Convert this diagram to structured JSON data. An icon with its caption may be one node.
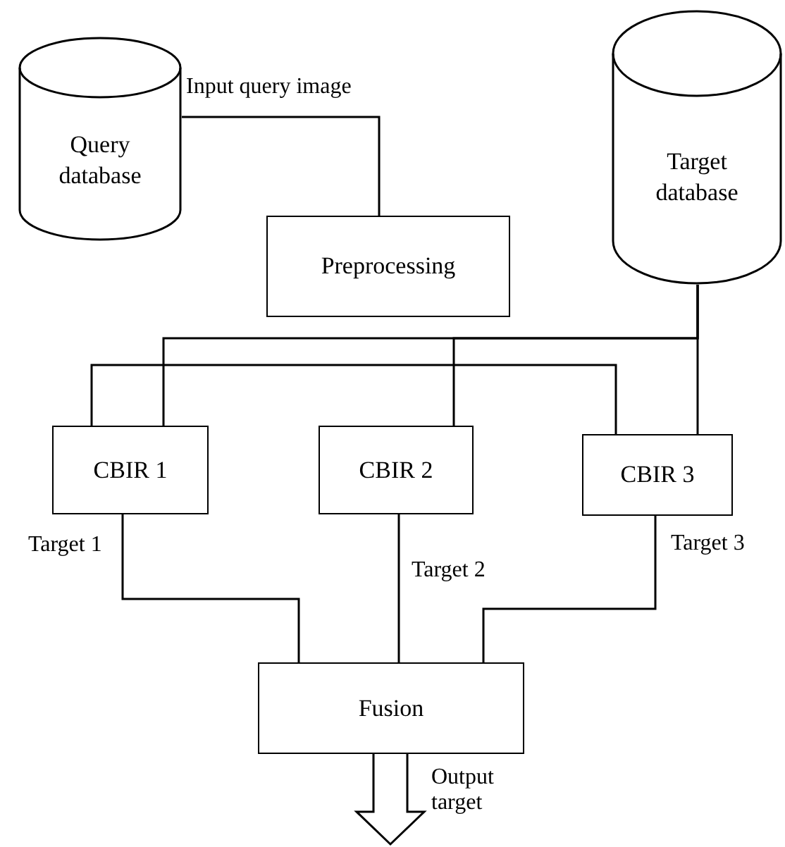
{
  "diagram": {
    "nodes": [
      {
        "text": [
          "Query database"
        ]
      },
      {
        "text": [
          "Preprocessing"
        ]
      },
      {
        "text": [
          "Target database"
        ]
      },
      {
        "text": [
          "CBIR 1"
        ]
      },
      {
        "text": [
          "CBIR 2"
        ]
      },
      {
        "text": [
          "CBIR 3"
        ]
      },
      {
        "text": [
          "Fusion"
        ]
      }
    ],
    "edges": [
      {
        "from": 0,
        "to": 1,
        "arrow": "none",
        "label": "Input query image"
      },
      {
        "from": 2,
        "to": 3,
        "arrow": "none"
      },
      {
        "from": 2,
        "to": 4,
        "arrow": "none"
      },
      {
        "from": 2,
        "to": 5,
        "arrow": "none"
      },
      {
        "from": 3,
        "to": 5,
        "arrow": "none"
      },
      {
        "from": 3,
        "to": 6,
        "arrow": "none",
        "label": "Target 1"
      },
      {
        "from": 4,
        "to": 6,
        "arrow": "none",
        "label": "Target 2"
      },
      {
        "from": 5,
        "to": 6,
        "arrow": "none",
        "label": "Target 3"
      },
      {
        "from": 6,
        "to": null,
        "arrow": "to",
        "label": "Output target",
        "style": "thick"
      }
    ]
  }
}
